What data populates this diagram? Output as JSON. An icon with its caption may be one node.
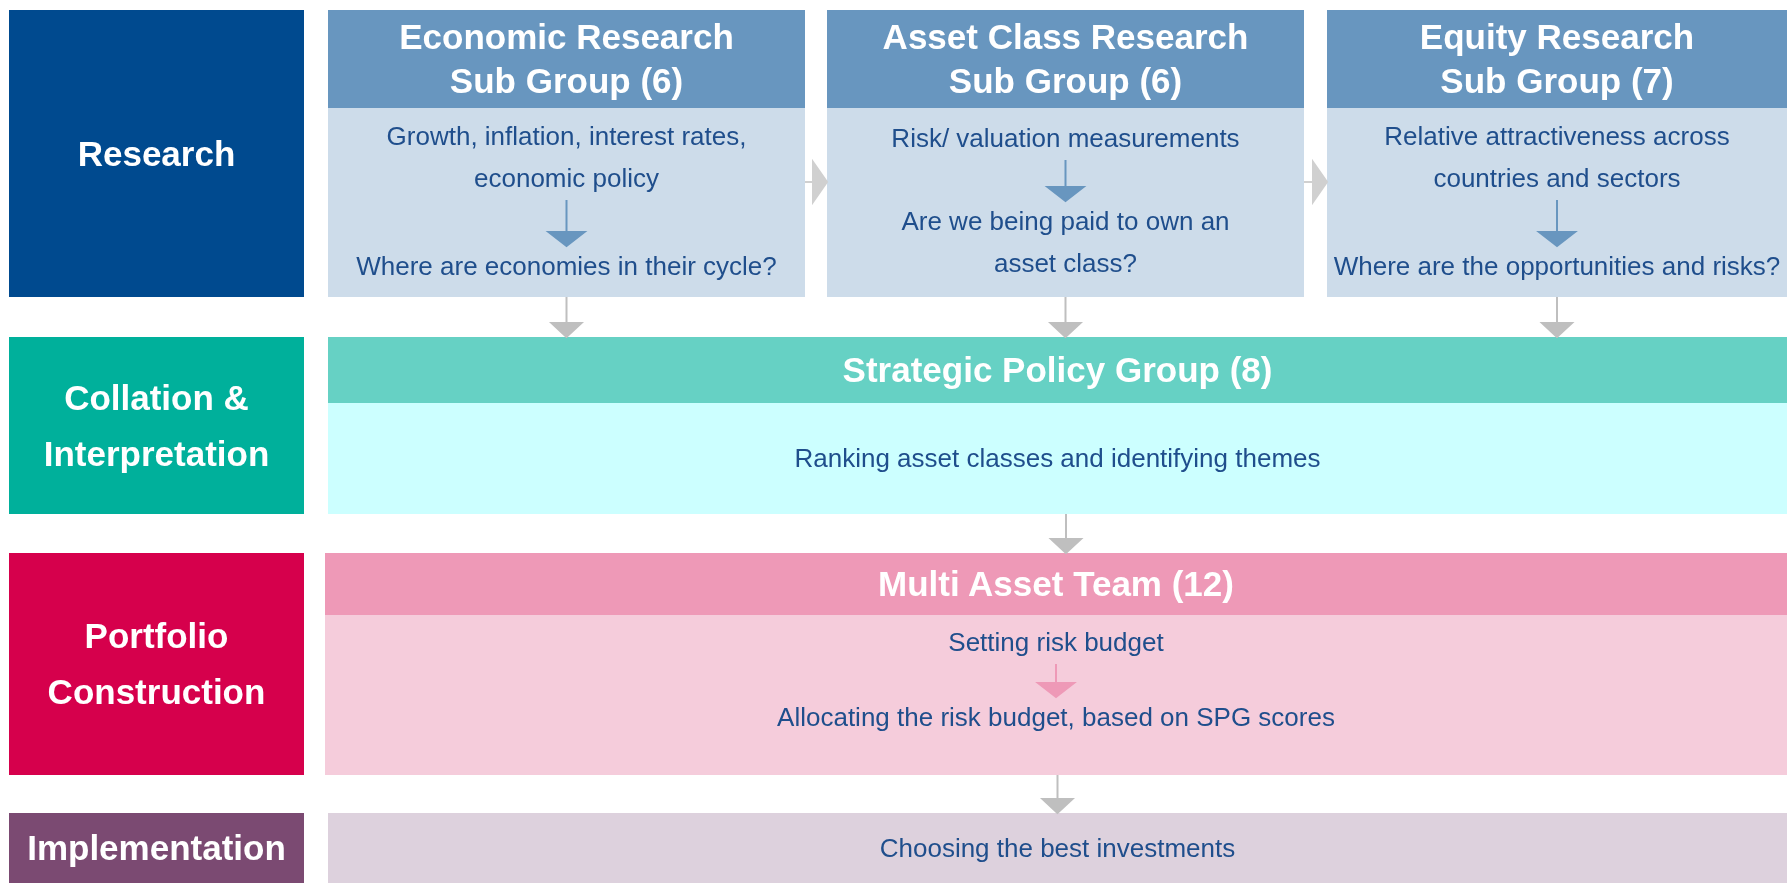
{
  "diagram": {
    "nodes": [
      {
        "text": [
          "Research"
        ]
      },
      {
        "text": [
          "Economic Research Sub Group (6)"
        ]
      },
      {
        "text": [
          "Growth, inflation, interest rates, economic policy"
        ],
        "in": 1
      },
      {
        "text": [
          "Where are economies in their cycle?"
        ],
        "in": 1
      },
      {
        "text": [
          "Asset Class Research Sub Group (6)"
        ]
      },
      {
        "text": [
          "Risk/ valuation measurements"
        ],
        "in": 4
      },
      {
        "text": [
          "Are we being paid to own an asset class?"
        ],
        "in": 4
      },
      {
        "text": [
          "Equity Research Sub Group (7)"
        ]
      },
      {
        "text": [
          "Relative attractiveness across countries and sectors"
        ],
        "in": 7
      },
      {
        "text": [
          "Where are the opportunities and risks?"
        ],
        "in": 7
      },
      {
        "text": [
          "Collation & Interpretation"
        ]
      },
      {
        "text": [
          "Strategic Policy Group (8)",
          "Ranking asset classes and identifying themes"
        ]
      },
      {
        "text": [
          "Portfolio Construction"
        ]
      },
      {
        "text": [
          "Multi Asset Team (12)"
        ]
      },
      {
        "text": [
          "Setting risk budget"
        ],
        "in": 13
      },
      {
        "text": [
          "Allocating the risk budget, based on SPG scores"
        ],
        "in": 13
      },
      {
        "text": [
          "Implementation"
        ]
      },
      {
        "text": [
          "Choosing the best investments"
        ]
      }
    ],
    "edges": [
      {
        "from": 1,
        "to": 4,
        "arrow": "to",
        "color": "#d0d0d0"
      },
      {
        "from": 4,
        "to": 7,
        "arrow": "to",
        "color": "#d0d0d0"
      },
      {
        "from": 2,
        "to": 3,
        "arrow": "to",
        "color": "#6896bf"
      },
      {
        "from": 5,
        "to": 6,
        "arrow": "to",
        "color": "#6896bf"
      },
      {
        "from": 8,
        "to": 9,
        "arrow": "to",
        "color": "#6896bf"
      },
      {
        "from": 1,
        "to": 11,
        "arrow": "to"
      },
      {
        "from": 4,
        "to": 11,
        "arrow": "to"
      },
      {
        "from": 7,
        "to": 11,
        "arrow": "to"
      },
      {
        "from": 11,
        "to": 13,
        "arrow": "to"
      },
      {
        "from": 14,
        "to": 15,
        "arrow": "to",
        "color": "#ee99b7"
      },
      {
        "from": 13,
        "to": 17,
        "arrow": "to"
      }
    ]
  }
}
